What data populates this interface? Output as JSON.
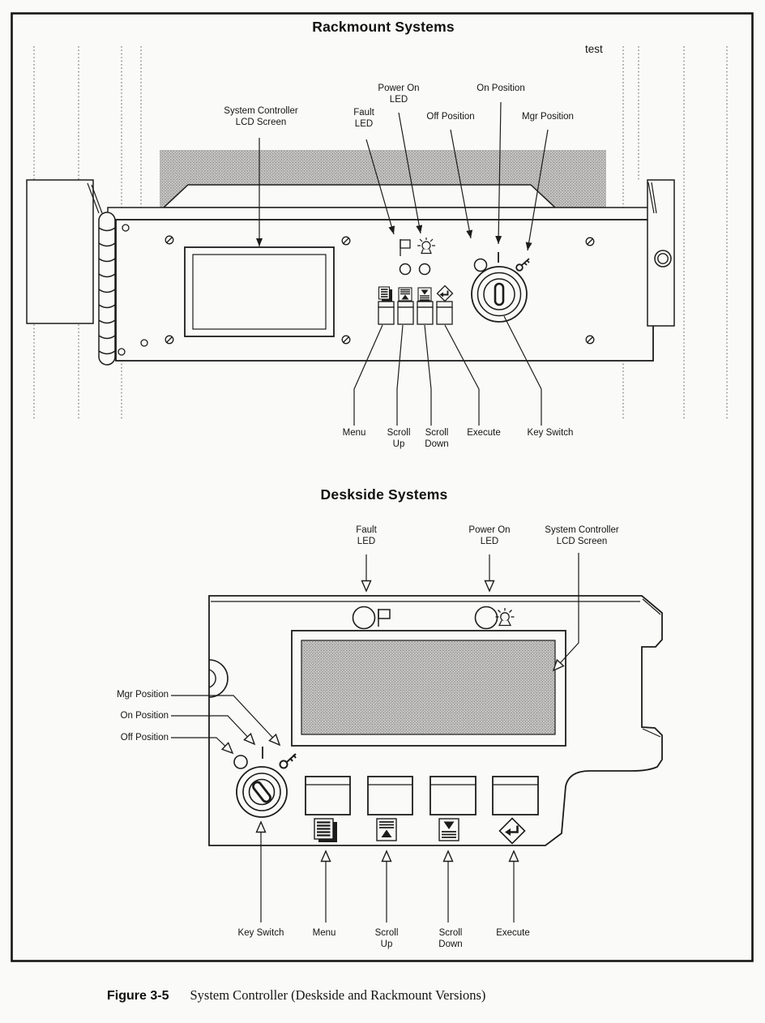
{
  "page": {
    "background": "#fafaf8",
    "ink": "#1c1c1c",
    "stipple": "#b5b5b2"
  },
  "rackmount": {
    "title": "Rackmount Systems",
    "note": "test",
    "labels": {
      "lcd": "System Controller\nLCD Screen",
      "fault_led": "Fault\nLED",
      "power_on_led": "Power On\nLED",
      "off_position": "Off Position",
      "on_position": "On Position",
      "mgr_position": "Mgr Position",
      "menu": "Menu",
      "scroll_up": "Scroll\nUp",
      "scroll_down": "Scroll\nDown",
      "execute": "Execute",
      "key_switch": "Key Switch"
    }
  },
  "deskside": {
    "title": "Deskside Systems",
    "labels": {
      "fault_led": "Fault\nLED",
      "power_on_led": "Power On\nLED",
      "lcd": "System Controller\nLCD Screen",
      "mgr_position": "Mgr Position",
      "on_position": "On Position",
      "off_position": "Off Position",
      "key_switch": "Key Switch",
      "menu": "Menu",
      "scroll_up": "Scroll\nUp",
      "scroll_down": "Scroll\nDown",
      "execute": "Execute"
    }
  },
  "caption": {
    "tag": "Figure 3-5",
    "title": "System Controller (Deskside and Rackmount Versions)"
  }
}
